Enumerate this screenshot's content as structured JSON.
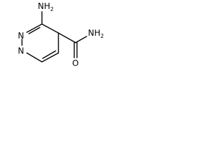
{
  "molecule": {
    "atoms": {
      "amino_n": "NH",
      "amino_h_count": "2",
      "ring_n1": "N",
      "ring_n2": "N",
      "amide_n": "NH",
      "amide_h_count": "2",
      "carbonyl_o": "O"
    },
    "colors": {
      "bond": "#000000",
      "label": "#000000",
      "background": "#ffffff"
    }
  }
}
